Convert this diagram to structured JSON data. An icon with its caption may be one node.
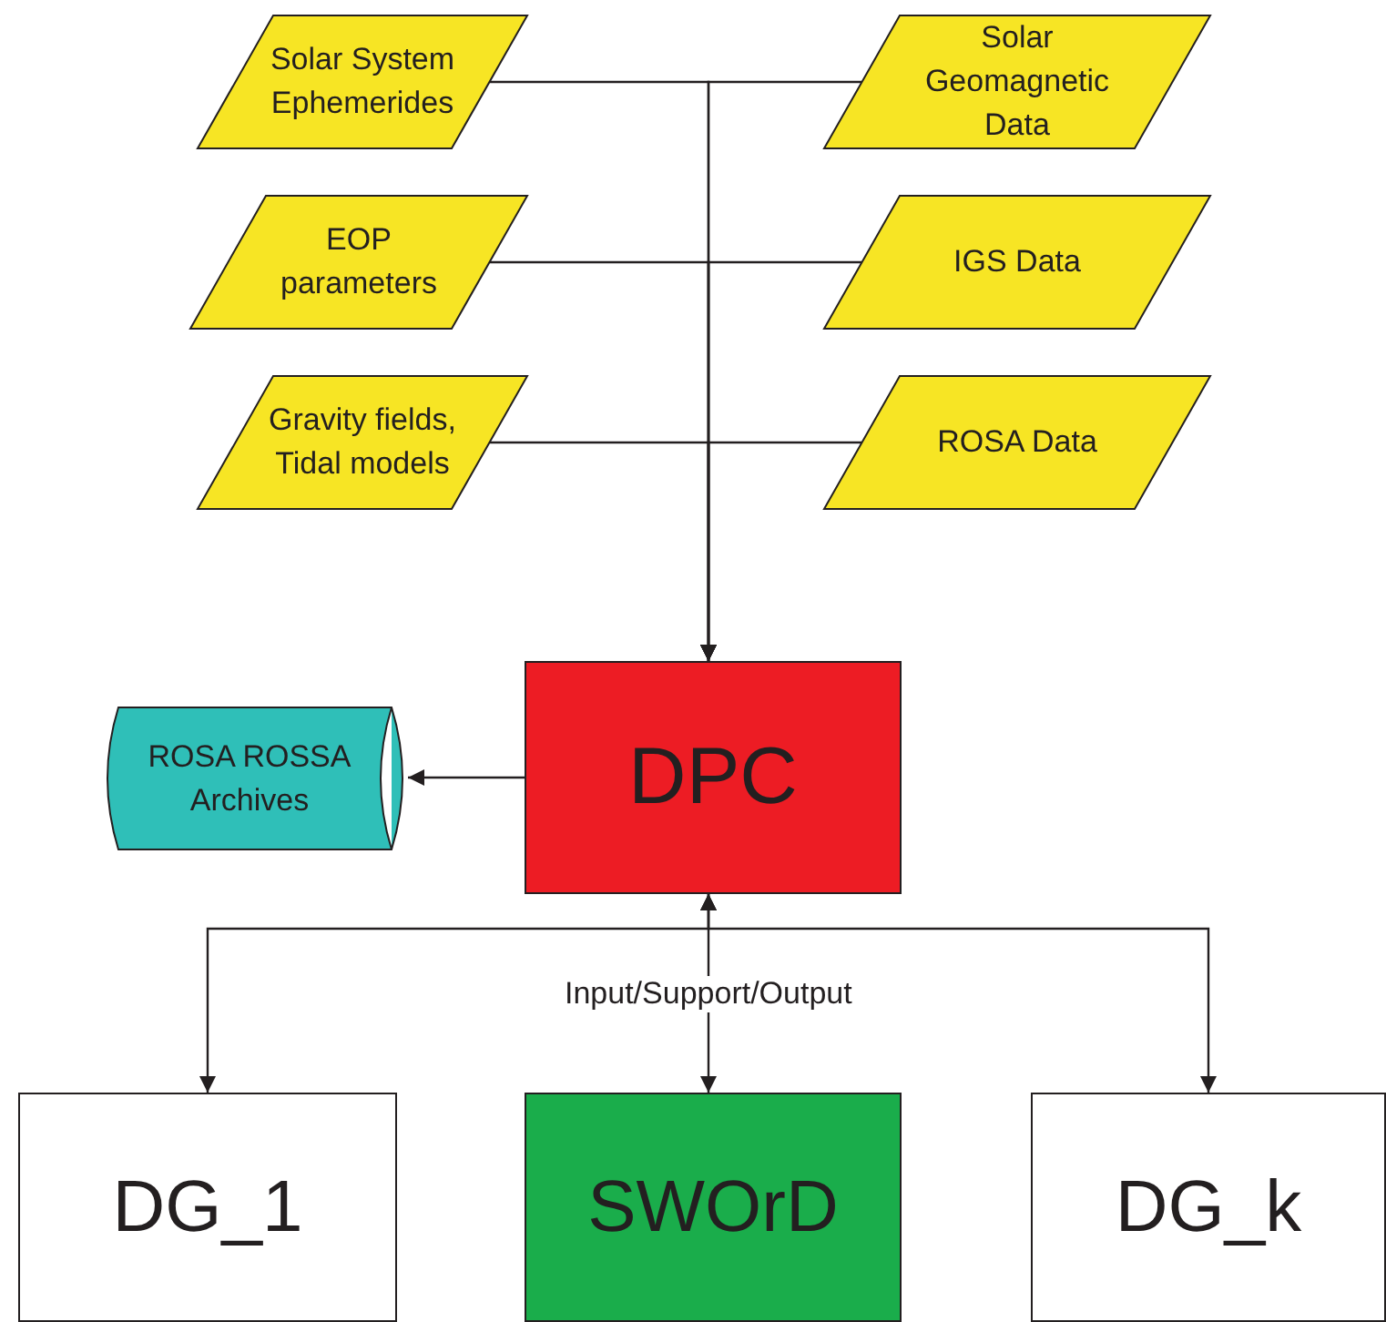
{
  "diagram": {
    "nodes": [
      {
        "text": [
          "Solar System Ephemerides"
        ]
      },
      {
        "text": [
          "Solar Geomagnetic Data"
        ]
      },
      {
        "text": [
          "EOP parameters"
        ]
      },
      {
        "text": [
          "IGS Data"
        ]
      },
      {
        "text": [
          "Gravity fields, Tidal models"
        ]
      },
      {
        "text": [
          "ROSA Data"
        ]
      },
      {
        "text": [
          "DPC"
        ]
      },
      {
        "text": [
          "ROSA ROSSA Archives"
        ]
      },
      {
        "text": [
          "DG_1"
        ]
      },
      {
        "text": [
          "SWOrD"
        ]
      },
      {
        "text": [
          "DG_k"
        ]
      }
    ],
    "edges": [
      {
        "from": 0,
        "to": 6,
        "arrow": "to"
      },
      {
        "from": 1,
        "to": 6,
        "arrow": "to"
      },
      {
        "from": 2,
        "to": 6,
        "arrow": "to"
      },
      {
        "from": 3,
        "to": 6,
        "arrow": "to"
      },
      {
        "from": 4,
        "to": 6,
        "arrow": "to"
      },
      {
        "from": 5,
        "to": 6,
        "arrow": "to"
      },
      {
        "from": 6,
        "to": 7,
        "arrow": "to"
      },
      {
        "from": 6,
        "to": 8,
        "arrow": "both"
      },
      {
        "from": 6,
        "to": 9,
        "arrow": "both",
        "label": "Input/Support/Output"
      },
      {
        "from": 6,
        "to": 10,
        "arrow": "both"
      }
    ]
  }
}
